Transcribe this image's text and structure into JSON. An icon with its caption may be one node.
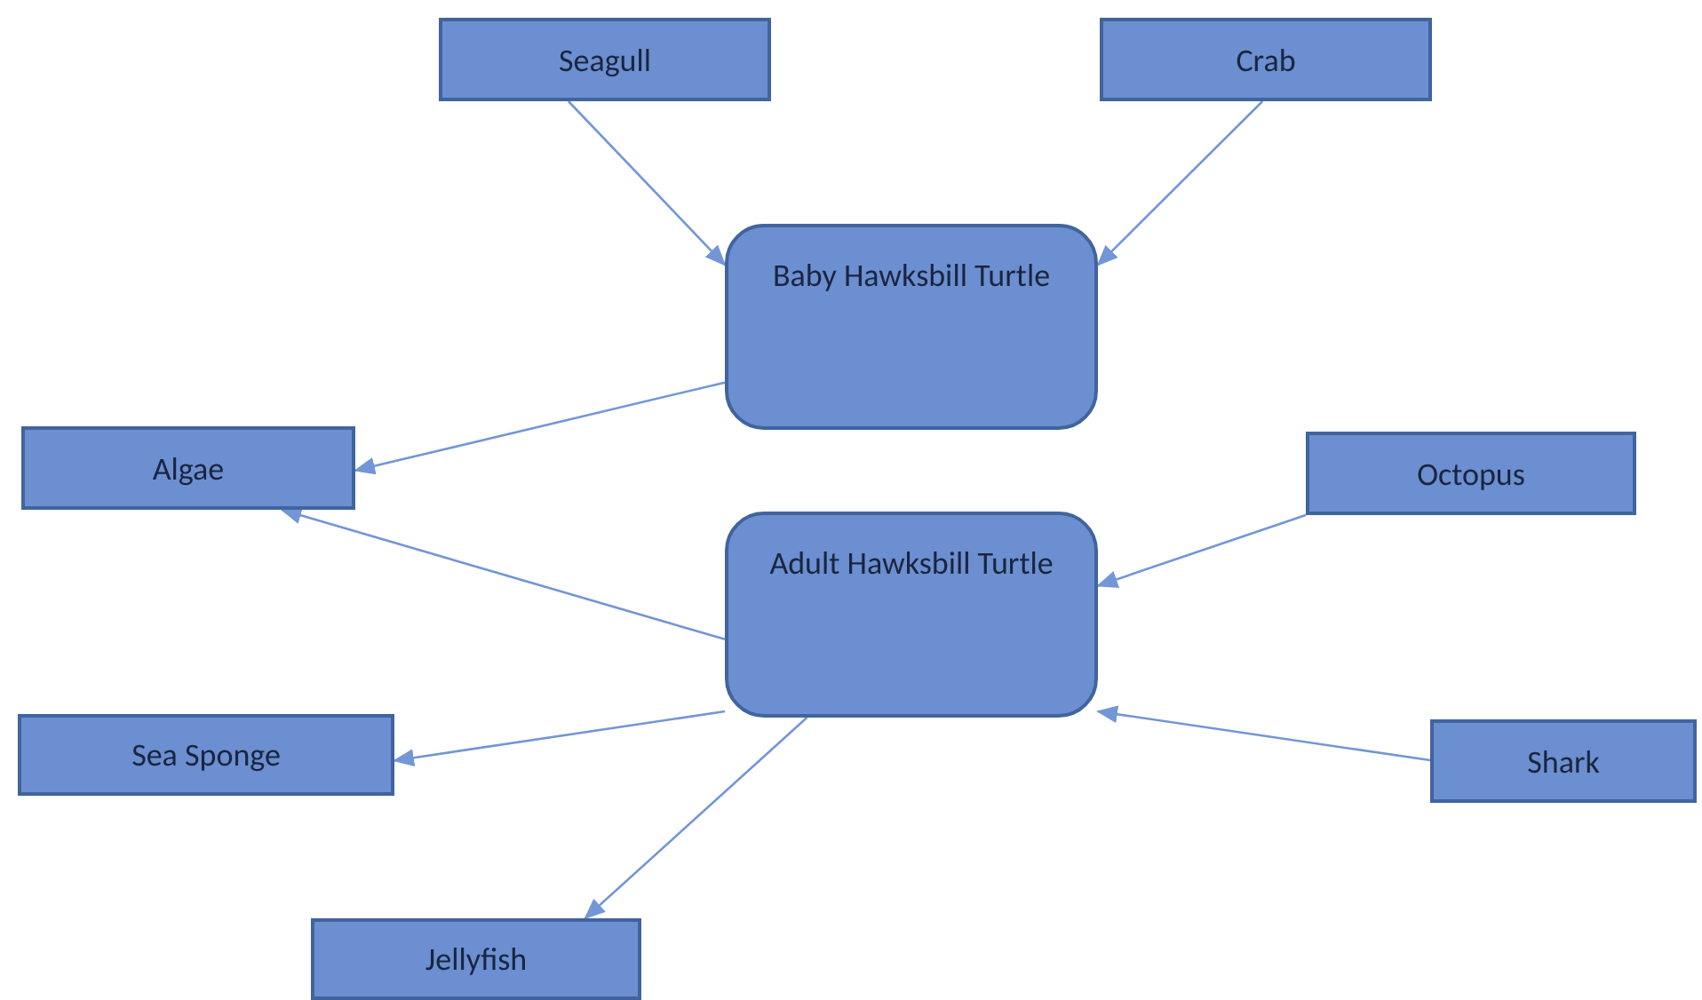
{
  "diagram": {
    "nodes": [
      {
        "text": [
          "Seagull"
        ]
      },
      {
        "text": [
          "Crab"
        ]
      },
      {
        "text": [
          "Baby Hawksbill Turtle"
        ]
      },
      {
        "text": [
          "Algae"
        ]
      },
      {
        "text": [
          "Octopus"
        ]
      },
      {
        "text": [
          "Adult Hawksbill Turtle"
        ]
      },
      {
        "text": [
          "Sea Sponge"
        ]
      },
      {
        "text": [
          "Shark"
        ]
      },
      {
        "text": [
          "Jellyfish"
        ]
      }
    ],
    "edges": [
      {
        "from": 0,
        "to": 2,
        "arrow": "to"
      },
      {
        "from": 1,
        "to": 2,
        "arrow": "to"
      },
      {
        "from": 2,
        "to": 3,
        "arrow": "to"
      },
      {
        "from": 5,
        "to": 3,
        "arrow": "to"
      },
      {
        "from": 4,
        "to": 5,
        "arrow": "to"
      },
      {
        "from": 5,
        "to": 6,
        "arrow": "to"
      },
      {
        "from": 7,
        "to": 5,
        "arrow": "to"
      },
      {
        "from": 5,
        "to": 8,
        "arrow": "to"
      }
    ]
  }
}
